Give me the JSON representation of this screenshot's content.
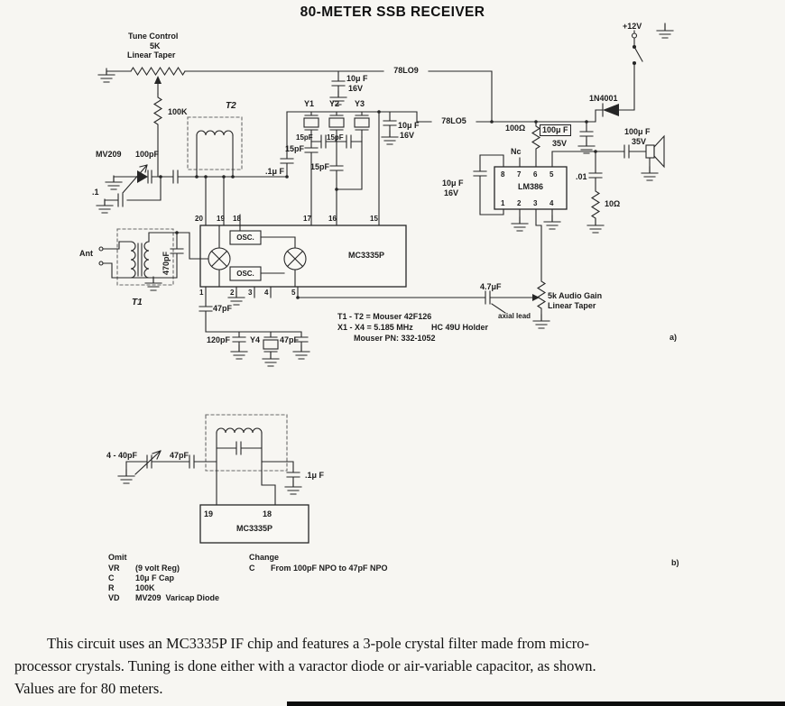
{
  "title": "80-METER SSB RECEIVER",
  "a": {
    "tune_control": [
      "Tune Control",
      "5K",
      "Linear Taper"
    ],
    "r_100k": "100K",
    "varicap": "MV209",
    "c_100pf": "100pF",
    "t2": "T2",
    "crystals": [
      "Y1",
      "Y2",
      "Y3"
    ],
    "reg_9v": "78LO9",
    "reg_5v": "78LO5",
    "c_10uf": "10μ F",
    "v_16": "16V",
    "supply": "+12V",
    "diode": "1N4001",
    "r_100ohm": "100Ω",
    "c_100uf": "100μ F",
    "v_35": "35V",
    "nc": "Nc",
    "lm386": "LM386",
    "lm386_pins_top": [
      "8",
      "7",
      "6",
      "5"
    ],
    "lm386_pins_bottom": [
      "1",
      "2",
      "3",
      "4"
    ],
    "c_01": ".01",
    "r_10ohm": "10Ω",
    "c_p1": ".1",
    "mc_pins_top": [
      "20",
      "19",
      "18",
      "17",
      "16",
      "15"
    ],
    "mc_pins_bottom": [
      "1",
      "2",
      "3",
      "4",
      "5"
    ],
    "osc": "OSC.",
    "mc3335p": "MC3335P",
    "ant": "Ant",
    "c_470pf": "470pF",
    "t1": "T1",
    "c_47pf": "47pF",
    "c_15pf": "15pF",
    "c_p1uf": ".1μ F",
    "c_4p7uf": "4.7μF",
    "axial": "axial lead",
    "gain": [
      "5k Audio Gain",
      "Linear Taper"
    ],
    "notes": [
      "T1 - T2 = Mouser 42F126",
      "X1 - X4 = 5.185 MHz",
      "HC 49U Holder",
      "Mouser PN: 332-1052"
    ],
    "c_120pf": "120pF",
    "y4": "Y4",
    "label": "a)"
  },
  "b": {
    "c_var": "4 - 40pF",
    "c_47pf": "47pF",
    "c_p1uf": ".1μ F",
    "pins": [
      "19",
      "18"
    ],
    "mc3335p": "MC3335P",
    "omit": {
      "title": "Omit",
      "rows": [
        [
          "VR",
          "(9 volt Reg)"
        ],
        [
          "C",
          "10μ F Cap"
        ],
        [
          "R",
          "100K"
        ],
        [
          "VD",
          "MV209  Varicap Diode"
        ]
      ]
    },
    "change": {
      "title": "Change",
      "rows": [
        [
          "C",
          "From 100pF NPO to 47pF NPO"
        ]
      ]
    },
    "label": "b)"
  },
  "caption": {
    "lines": [
      "This circuit uses an MC3335P IF chip and features a 3-pole crystal filter made from micro-",
      "processor crystals. Tuning is done either with a varactor diode or air-variable capacitor, as shown.",
      "Values are for 80 meters."
    ]
  }
}
